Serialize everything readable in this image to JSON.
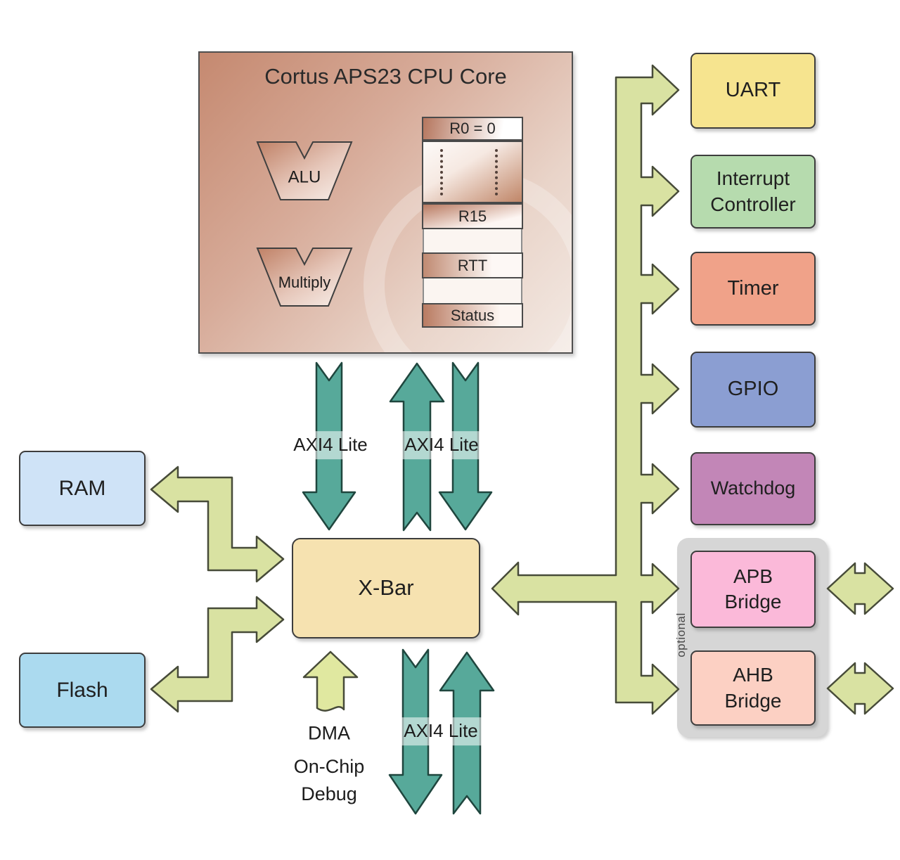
{
  "cpu": {
    "title": "Cortus APS23 CPU Core",
    "alu_label": "ALU",
    "multiply_label": "Multiply",
    "registers": {
      "r0": "R0 = 0",
      "r15": "R15",
      "rtt": "RTT",
      "status": "Status"
    }
  },
  "memory": {
    "ram": {
      "label": "RAM",
      "color": "#cfe3f7"
    },
    "flash": {
      "label": "Flash",
      "color": "#abdaef"
    }
  },
  "xbar": {
    "label": "X-Bar",
    "color": "#f6e2b0"
  },
  "bus_labels": {
    "axi4_cpu_left": "AXI4 Lite",
    "axi4_cpu_right": "AXI4 Lite",
    "axi4_bottom": "AXI4 Lite",
    "dma": "DMA",
    "debug": "On-Chip\nDebug"
  },
  "peripherals": [
    {
      "label": "UART",
      "color": "#f6e48f"
    },
    {
      "label": "Interrupt\nController",
      "color": "#b6dbae"
    },
    {
      "label": "Timer",
      "color": "#f0a289"
    },
    {
      "label": "GPIO",
      "color": "#8b9ed2"
    },
    {
      "label": "Watchdog",
      "color": "#c286b7"
    }
  ],
  "bridges": {
    "optional_label": "optional",
    "group_color": "#d6d6d6",
    "apb": {
      "label": "APB\nBridge",
      "color": "#fbb9d9"
    },
    "ahb": {
      "label": "AHB\nBridge",
      "color": "#fcd0c3"
    }
  },
  "colors": {
    "olive": "#d9e2a2",
    "teal": "#57a99a",
    "dma_fill": "#e0e8a0"
  }
}
